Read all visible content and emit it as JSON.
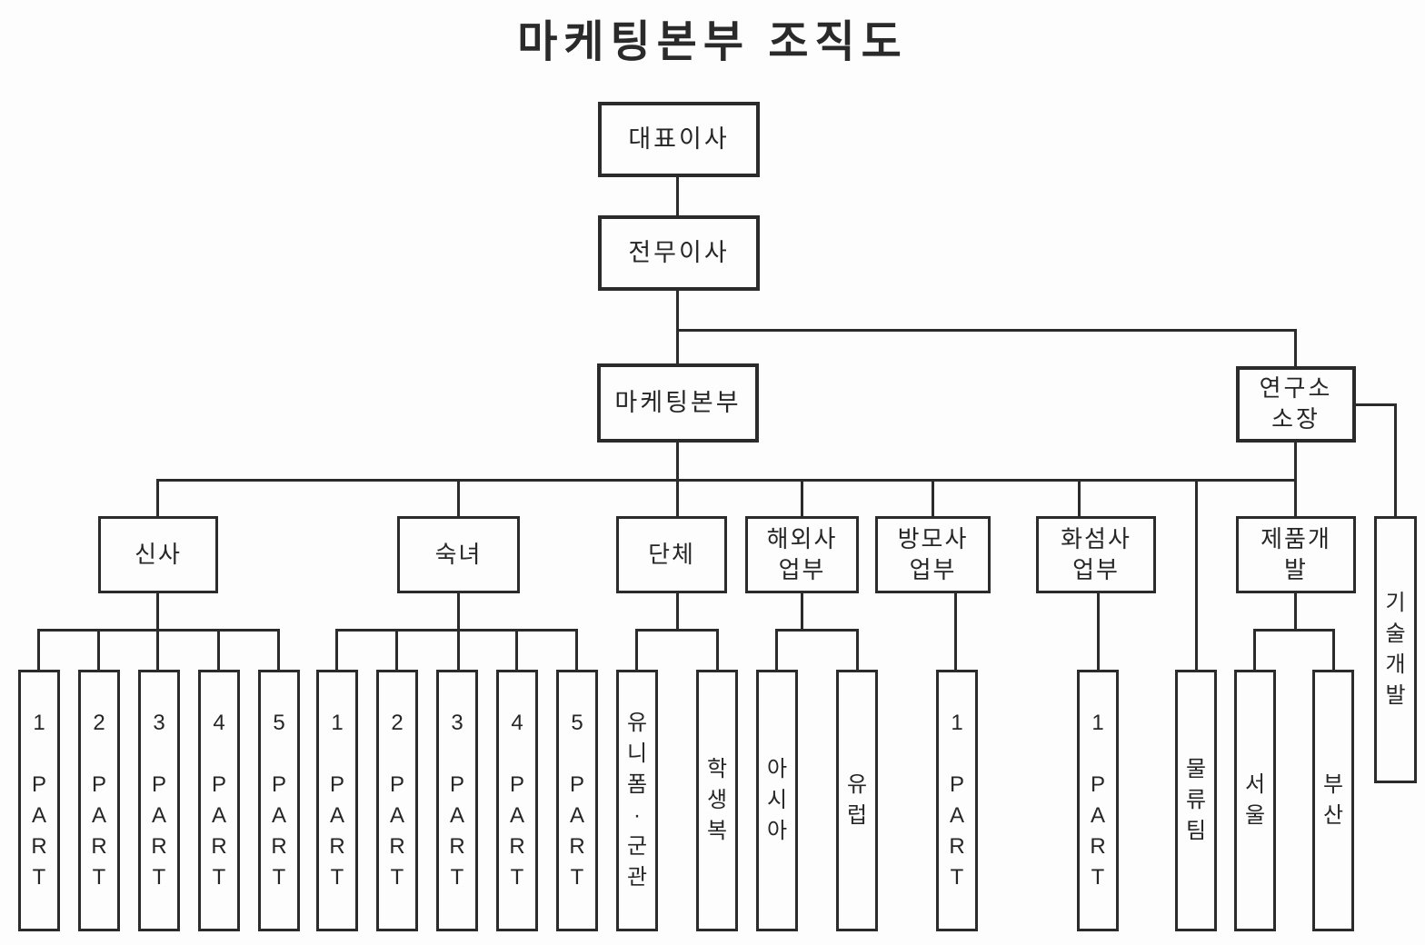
{
  "title": "마케팅본부 조직도",
  "colors": {
    "line": "#2b2b2b",
    "background": "#fdfdfd",
    "text": "#262626"
  },
  "org": {
    "ceo": "대표이사",
    "executive_director": "전무이사",
    "marketing_hq": "마케팅본부",
    "research_lab_head": "연구소\n소장",
    "departments": {
      "mens": "신사",
      "ladies": "숙녀",
      "group": "단체",
      "overseas": "해외사\n업부",
      "woolen": "방모사\n업부",
      "chem_fiber": "화섬사\n업부",
      "product_dev": "제품개\n발"
    },
    "teams": {
      "mens_parts": [
        "1\n\nP\nA\nR\nT",
        "2\n\nP\nA\nR\nT",
        "3\n\nP\nA\nR\nT",
        "4\n\nP\nA\nR\nT",
        "5\n\nP\nA\nR\nT"
      ],
      "ladies_parts": [
        "1\n\nP\nA\nR\nT",
        "2\n\nP\nA\nR\nT",
        "3\n\nP\nA\nR\nT",
        "4\n\nP\nA\nR\nT",
        "5\n\nP\nA\nR\nT"
      ],
      "group_teams": [
        "유\n니\n폼\n·\n군\n관",
        "학\n생\n복"
      ],
      "overseas_regions": [
        "아\n시\n아",
        "유\n럽"
      ],
      "woolen_parts": [
        "1\n\nP\nA\nR\nT"
      ],
      "chem_fiber_parts": [
        "1\n\nP\nA\nR\nT"
      ],
      "logistics_team": "물\n류\n팀",
      "product_dev_sites": [
        "서\n울",
        "부\n산"
      ],
      "tech_dev": "기\n술\n개\n발"
    }
  }
}
